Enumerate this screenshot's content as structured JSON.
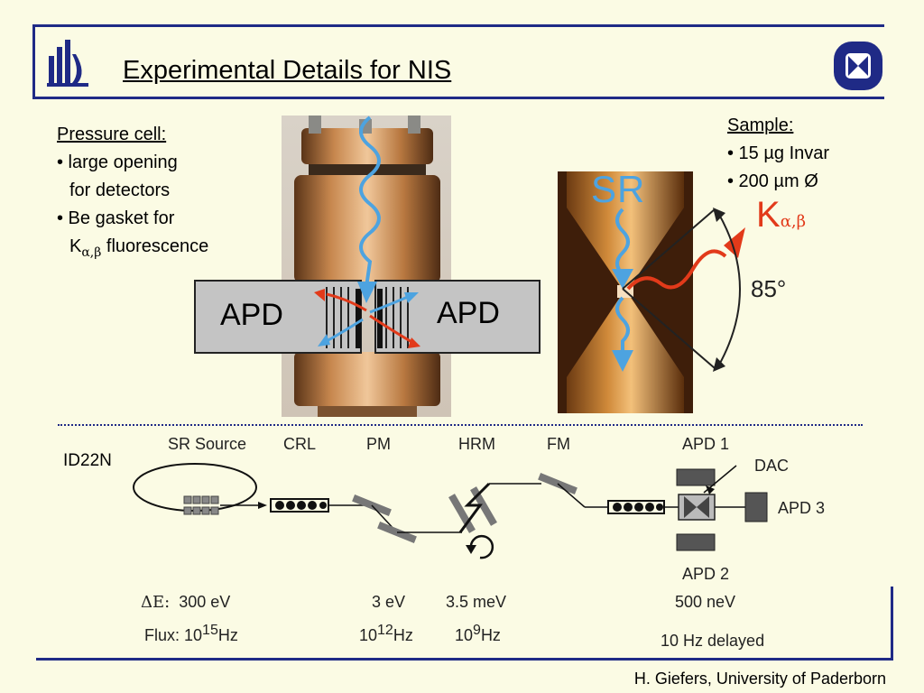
{
  "slide": {
    "title": "Experimental Details for NIS",
    "credit": "H. Giefers, University of Paderborn"
  },
  "pressure_cell": {
    "heading": "Pressure cell:",
    "bullet1_line1": "• large opening",
    "bullet1_line2": "for detectors",
    "bullet2_line1": "• Be gasket for",
    "bullet2_line2_k": "K",
    "bullet2_line2_sub": "α,β",
    "bullet2_line2_rest": " fluorescence"
  },
  "photo_labels": {
    "apd_left": "APD",
    "apd_right": "APD"
  },
  "sample": {
    "heading": "Sample:",
    "item1": "• 15 µg Invar",
    "item2": "• 200 µm Ø",
    "sr_label": "SR",
    "k_label": "K",
    "k_sub": "α,β",
    "angle": "85°"
  },
  "beamline": {
    "name": "ID22N",
    "components": {
      "sr_source": "SR Source",
      "crl": "CRL",
      "pm": "PM",
      "hrm": "HRM",
      "fm": "FM",
      "apd1": "APD 1",
      "dac": "DAC",
      "apd3": "APD 3",
      "apd2": "APD 2"
    },
    "energy": {
      "label": "ΔE:",
      "v1": "300 eV",
      "v2": "3 eV",
      "v3": "3.5 meV",
      "v4": "500 neV"
    },
    "flux": {
      "label": "Flux: ",
      "f1_base": "10",
      "f1_exp": "15",
      "f1_unit": "Hz",
      "f2_base": "10",
      "f2_exp": "12",
      "f2_unit": "Hz",
      "f3_base": "10",
      "f3_exp": "9",
      "f3_unit": "Hz",
      "f4": "10 Hz delayed"
    }
  },
  "colors": {
    "frame": "#1f2a86",
    "background": "#fbfbe4",
    "beam_blue": "#4da3e0",
    "fluorescence_red": "#e23a1a"
  }
}
